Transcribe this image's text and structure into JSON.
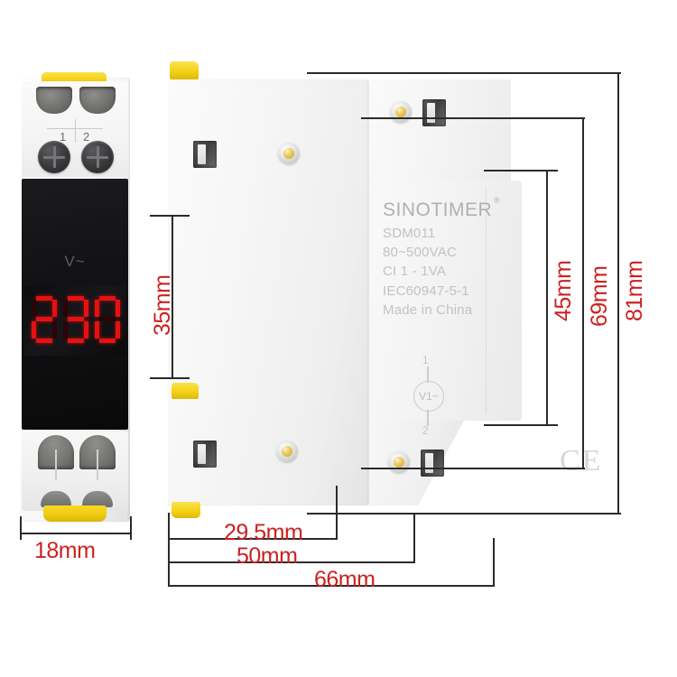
{
  "product": {
    "brand": "SINOTIMER",
    "brand_superscript": "®",
    "model": "SDM011",
    "voltage_range": "80~500VAC",
    "rating": "CI 1 - 1VA",
    "standard": "IEC60947-5-1",
    "origin": "Made in China",
    "ce_mark": "CE"
  },
  "display": {
    "unit_label": "V~",
    "reading": "230",
    "digits": [
      "2",
      "3",
      "0"
    ]
  },
  "terminals": {
    "top_left_number": "1",
    "top_right_number": "2"
  },
  "circuit_symbol": {
    "top_terminal": "1",
    "meter_label": "V1~",
    "bottom_terminal": "2"
  },
  "dimensions": {
    "front_width": "18mm",
    "front_height": "35mm",
    "depth_inner": "29.5mm",
    "depth_mid": "50mm",
    "depth_outer": "66mm",
    "height_inner": "45mm",
    "height_mid": "69mm",
    "height_outer": "81mm"
  },
  "colors": {
    "dimension_text": "#cc2121",
    "dimension_line": "#2b2b2b",
    "led_red": "#e51111",
    "clip_yellow": "#f3d118",
    "body_white": "#f4f4f4",
    "faceplate_black": "#121214"
  }
}
